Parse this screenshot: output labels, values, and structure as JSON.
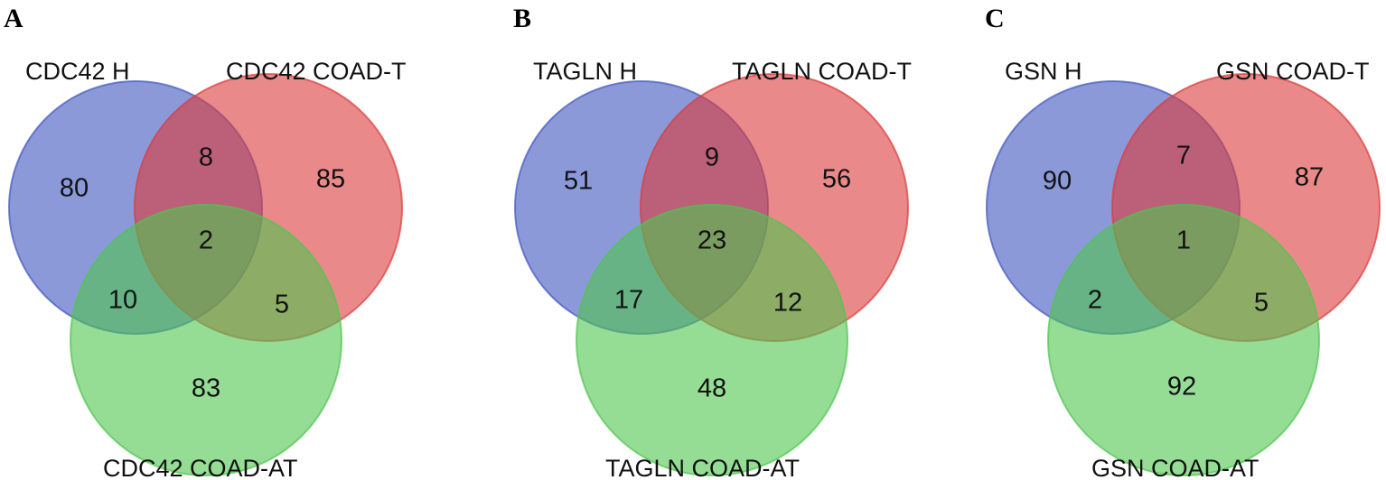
{
  "colors": {
    "set1": "#4055c0",
    "set2": "#dc3a3a",
    "set3": "#4fc44f"
  },
  "panels": [
    {
      "letter": "A",
      "sets": [
        "CDC42 H",
        "CDC42 COAD-T",
        "CDC42 COAD-AT"
      ],
      "counts": {
        "only1": "80",
        "only2": "85",
        "only3": "83",
        "s12": "8",
        "s13": "10",
        "s23": "5",
        "s123": "2"
      }
    },
    {
      "letter": "B",
      "sets": [
        "TAGLN H",
        "TAGLN COAD-T",
        "TAGLN COAD-AT"
      ],
      "counts": {
        "only1": "51",
        "only2": "56",
        "only3": "48",
        "s12": "9",
        "s13": "17",
        "s23": "12",
        "s123": "23"
      }
    },
    {
      "letter": "C",
      "sets": [
        "GSN H",
        "GSN COAD-T",
        "GSN COAD-AT"
      ],
      "counts": {
        "only1": "90",
        "only2": "87",
        "only3": "92",
        "s12": "7",
        "s13": "2",
        "s23": "5",
        "s123": "1"
      }
    }
  ]
}
